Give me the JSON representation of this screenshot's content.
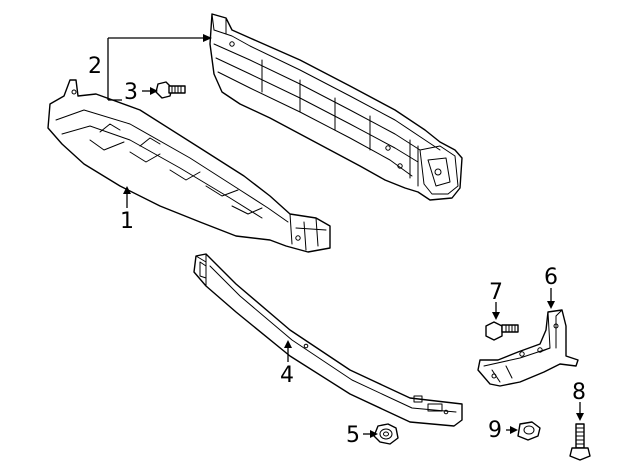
{
  "diagram": {
    "parts": [
      {
        "number": "1",
        "part": "lower-absorber"
      },
      {
        "number": "2",
        "part": "impact-bar-reinforcement"
      },
      {
        "number": "3",
        "part": "bar-bolt"
      },
      {
        "number": "4",
        "part": "lower-reinforcement-bar"
      },
      {
        "number": "5",
        "part": "nut"
      },
      {
        "number": "6",
        "part": "mounting-bracket"
      },
      {
        "number": "7",
        "part": "bracket-bolt"
      },
      {
        "number": "8",
        "part": "bracket-stud-bolt"
      },
      {
        "number": "9",
        "part": "bracket-nut"
      }
    ],
    "line_color": "#000000",
    "background_color": "#ffffff"
  }
}
